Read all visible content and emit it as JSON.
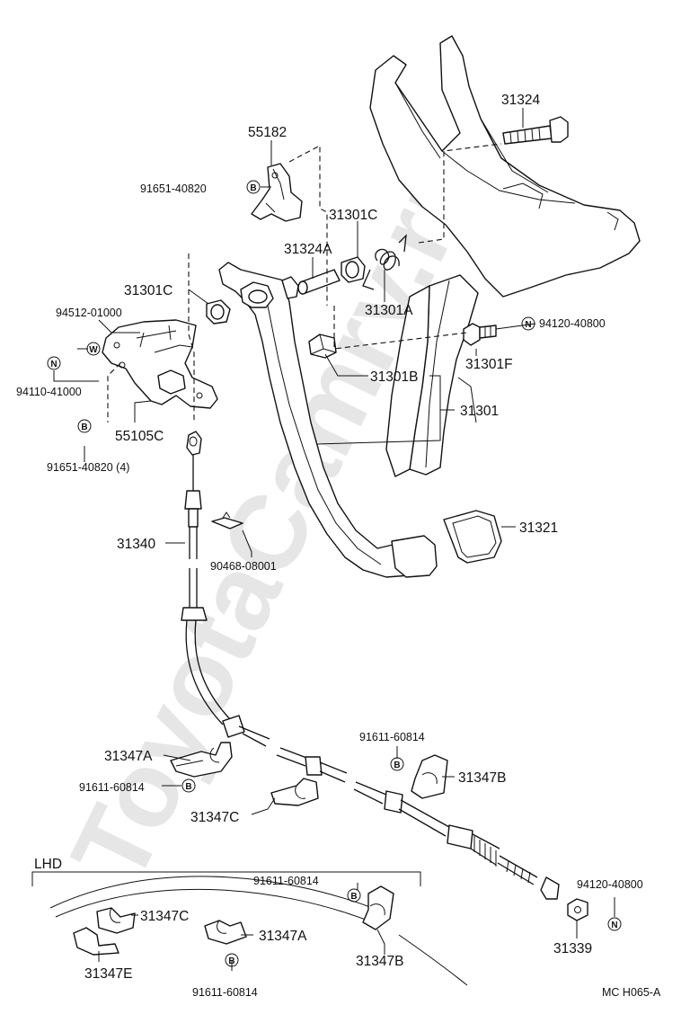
{
  "diagram": {
    "watermark": "ToyotaCamry.ru",
    "section_label": "LHD",
    "figure_code": "MC  H065-A",
    "symbols": {
      "bolt": "B",
      "nut": "N",
      "washer": "W"
    },
    "callouts": {
      "p31324": "31324",
      "p55182": "55182",
      "p91651_top": "91651-40820",
      "p31301c_top": "31301C",
      "p31324a": "31324A",
      "p31301c_left": "31301C",
      "p31301a": "31301A",
      "p94512": "94512-01000",
      "p94120_top": "94120-40800",
      "p31301f": "31301F",
      "p94110": "94110-41000",
      "p31301b": "31301B",
      "p31301": "31301",
      "p55105c": "55105C",
      "p91651_bottom": "91651-40820  (4)",
      "p31340": "31340",
      "p90468": "90468-08001",
      "p31321": "31321",
      "p91611_a": "91611-60814",
      "p31347a_top": "31347A",
      "p31347b_top": "31347B",
      "p91611_b": "91611-60814",
      "p31347c_top": "31347C",
      "p91611_c": "91611-60814",
      "p94120_bottom": "94120-40800",
      "p31347c_lhd": "31347C",
      "p31347a_lhd": "31347A",
      "p31347e": "31347E",
      "p31347b_lhd": "31347B",
      "p31339": "31339",
      "p91611_d": "91611-60814"
    }
  }
}
